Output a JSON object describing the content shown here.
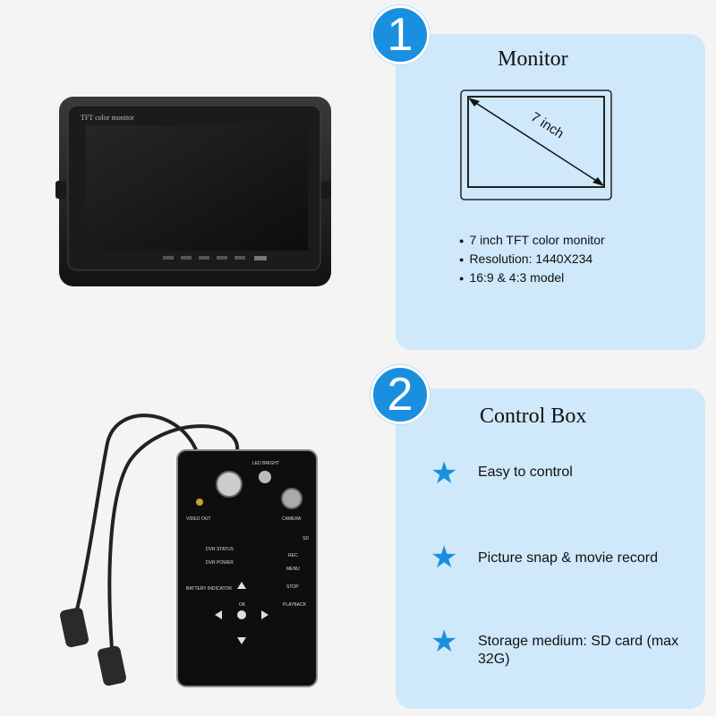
{
  "sections": [
    {
      "number": "1",
      "title": "Monitor",
      "diagram_label": "7 inch",
      "bullets": [
        "7 inch TFT color monitor",
        "Resolution: 1440X234",
        "16:9 & 4:3 model"
      ]
    },
    {
      "number": "2",
      "title": "Control Box",
      "features": [
        "Easy to control",
        "Picture snap & movie record",
        "Storage medium: SD card (max 32G)"
      ]
    }
  ],
  "monitor_photo": {
    "bezel_label": "TFT color monitor"
  },
  "control_box_photo": {
    "labels": {
      "video_out": "VIDEO OUT",
      "led_bright": "LED BRIGHT",
      "camera": "CAMERA",
      "dvr_status": "DVR STATUS",
      "dvr_power": "DVR POWER",
      "battery_indicator": "BATTERY INDICATOR",
      "rec": "REC",
      "menu": "MENU",
      "stop": "STOP",
      "playback": "PLAYBACK",
      "ok": "OK",
      "sd": "SD"
    }
  },
  "colors": {
    "accent": "#1a8fe0",
    "panel": "#cfe8fa",
    "background": "#f4f4f4"
  },
  "icons": {
    "feature": "star-icon",
    "bullet": "bullet-dot-icon"
  }
}
